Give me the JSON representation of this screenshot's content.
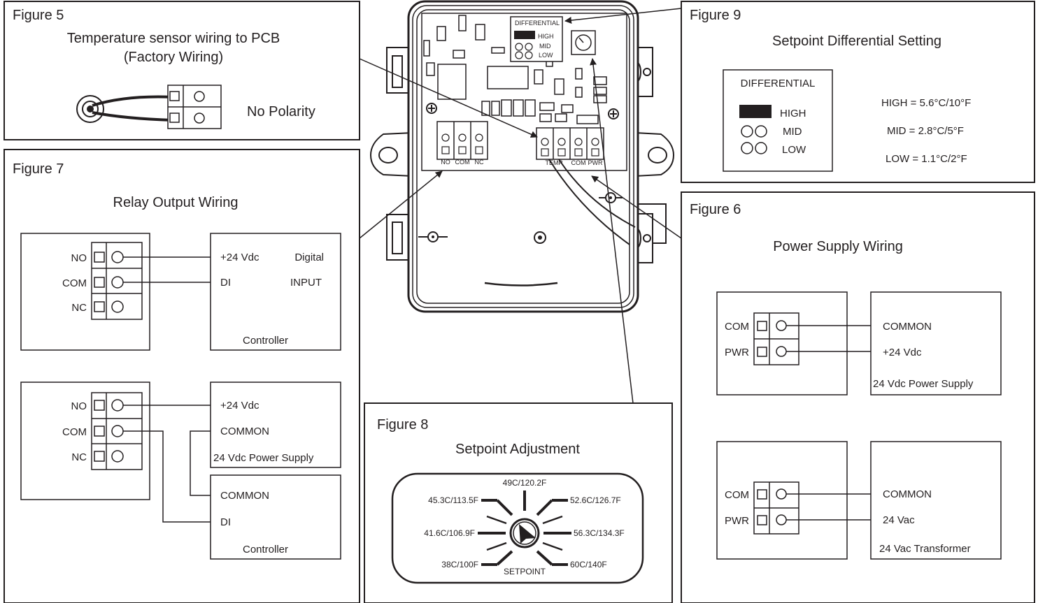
{
  "fig5": {
    "label": "Figure 5",
    "title": "Temperature sensor wiring to PCB",
    "subtitle": "(Factory Wiring)",
    "note": "No Polarity"
  },
  "fig7": {
    "label": "Figure 7",
    "title": "Relay Output Wiring",
    "terminals": [
      "NO",
      "COM",
      "NC"
    ],
    "top": {
      "dev_terminal_1": "+24 Vdc",
      "dev_terminal_2": "DI",
      "dev_desc_1": "Digital",
      "dev_desc_2": "INPUT",
      "device": "Controller"
    },
    "bottom": {
      "psu_terminal_1": "+24 Vdc",
      "psu_terminal_2": "COMMON",
      "psu": "24 Vdc Power Supply",
      "ctrl_terminal_1": "COMMON",
      "ctrl_terminal_2": "DI",
      "ctrl": "Controller"
    }
  },
  "device": {
    "dip_header": "DIFFERENTIAL",
    "dip_high": "HIGH",
    "dip_mid": "MID",
    "dip_low": "LOW",
    "relay_terminals": [
      "NO",
      "COM",
      "NC"
    ],
    "power_terminals": [
      "TEMP",
      "COM",
      "PWR"
    ]
  },
  "fig9": {
    "label": "Figure 9",
    "title": "Setpoint Differential Setting",
    "switch_header": "DIFFERENTIAL",
    "options": [
      "HIGH",
      "MID",
      "LOW"
    ],
    "values": [
      "HIGH = 5.6°C/10°F",
      "MID = 2.8°C/5°F",
      "LOW = 1.1°C/2°F"
    ]
  },
  "fig6": {
    "label": "Figure 6",
    "title": "Power Supply Wiring",
    "terminals": [
      "COM",
      "PWR"
    ],
    "dc": {
      "t1": "COMMON",
      "t2": "+24 Vdc",
      "name": "24 Vdc Power Supply"
    },
    "ac": {
      "t1": "COMMON",
      "t2": "24 Vac",
      "name": "24 Vac Transformer"
    }
  },
  "fig8": {
    "label": "Figure 8",
    "title": "Setpoint Adjustment",
    "ticks": [
      "49C/120.2F",
      "45.3C/113.5F",
      "52.6C/126.7F",
      "41.6C/106.9F",
      "56.3C/134.3F",
      "38C/100F",
      "60C/140F"
    ],
    "dial_label": "SETPOINT"
  }
}
